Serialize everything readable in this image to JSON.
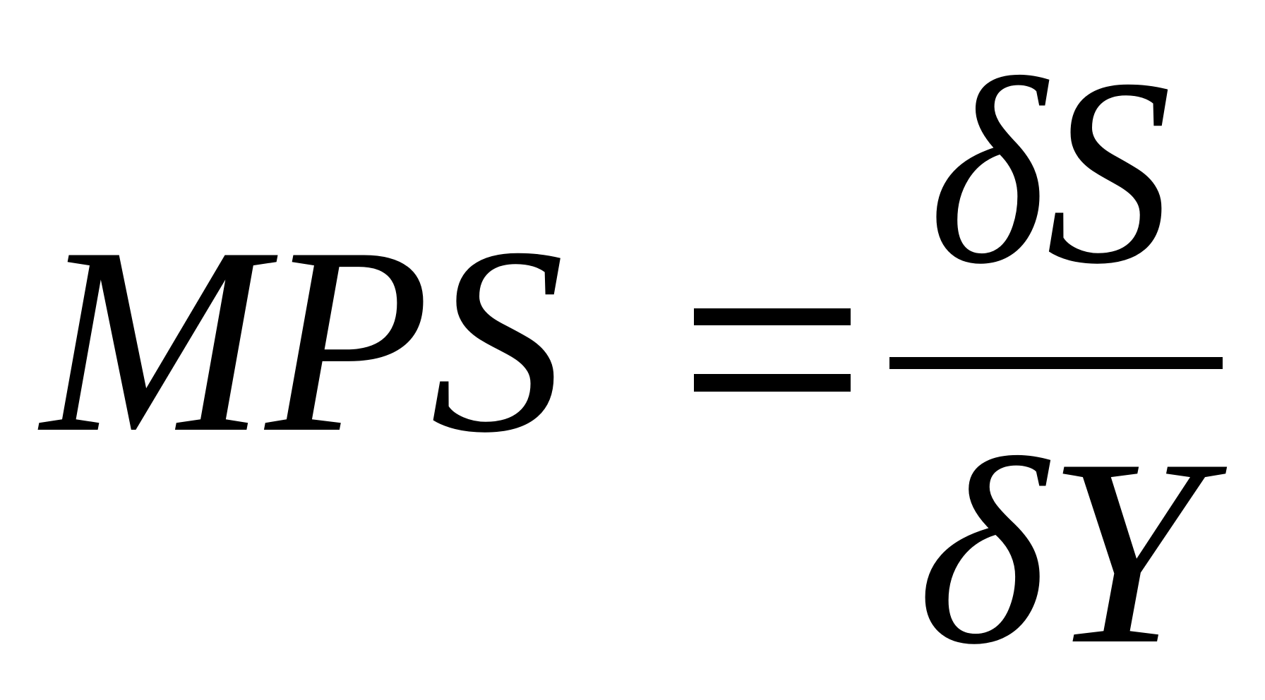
{
  "equation": {
    "lhs": "MPS",
    "operator": "=",
    "numerator": "δS",
    "denominator": "δY"
  },
  "colors": {
    "ink": "#000000",
    "background": "#ffffff"
  }
}
